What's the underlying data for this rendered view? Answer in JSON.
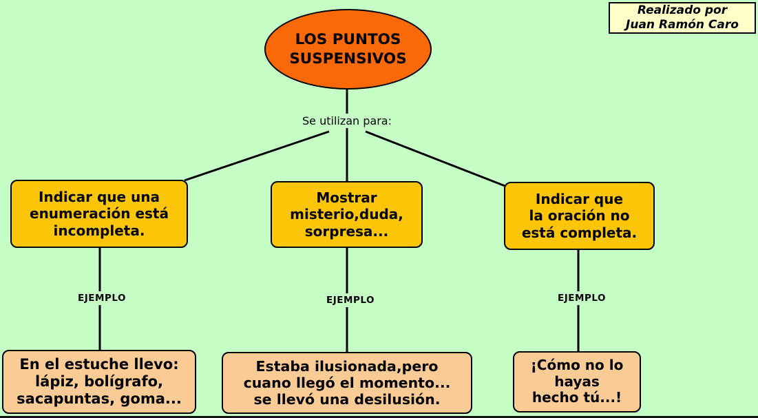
{
  "page": {
    "background_color": "#C6FFC6",
    "bottom_edge_color": "#141414"
  },
  "credit": {
    "text": "Realizado por\nJuan Ramón Caro",
    "bg_color": "#FFFFC8"
  },
  "root": {
    "title": "LOS PUNTOS\nSUSPENSIVOS",
    "shape": "ellipse",
    "bg_color": "#F96908"
  },
  "connector_label": "Se utilizan para:",
  "branches": [
    {
      "use": "Indicar que una\nenumeración está\nincompleta.",
      "example_label": "EJEMPLO",
      "example": "En el estuche llevo:\nlápiz, bolígrafo,\nsacapuntas, goma..."
    },
    {
      "use": "Mostrar\nmisterio,duda,\nsorpresa...",
      "example_label": "EJEMPLO",
      "example": "Estaba ilusionada,pero\ncuano llegó el momento...\nse llevó una desilusión."
    },
    {
      "use": "Indicar que\nla oración no\nestá completa.",
      "example_label": "EJEMPLO",
      "example": "¡Cómo no lo\nhayas\nhecho tú...!"
    }
  ],
  "colors": {
    "use_box": "#FCC508",
    "example_box": "#FBCB96",
    "line": "#000000"
  }
}
